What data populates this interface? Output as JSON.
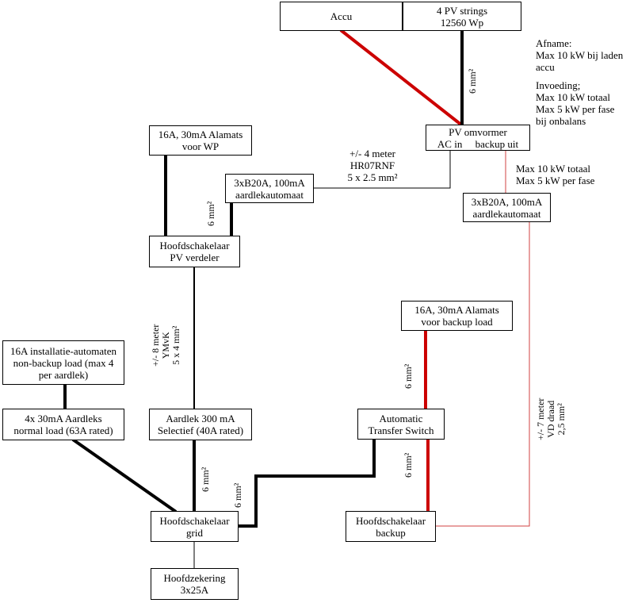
{
  "colors": {
    "line": "#000000",
    "backup": "#cc0000",
    "thin_red": "#d04040"
  },
  "boxes": {
    "accu": [
      "Accu"
    ],
    "pv_strings": [
      "4 PV strings",
      "12560 Wp"
    ],
    "pv_inverter": [
      "PV omvormer",
      "AC in     backup uit"
    ],
    "alamat_wp": [
      "16A, 30mA Alamats",
      "voor WP"
    ],
    "rcbo_left": [
      "3xB20A, 100mA",
      "aardlekautomaat"
    ],
    "rcbo_right": [
      "3xB20A, 100mA",
      "aardlekautomaat"
    ],
    "main_pv": [
      "Hoofdschakelaar",
      "PV verdeler"
    ],
    "alamat_backup": [
      "16A, 30mA Alamats",
      "voor backup load"
    ],
    "install_16a": [
      "16A installatie-automaten",
      "non-backup load (max 4",
      "per aardlek)"
    ],
    "rcd_4x": [
      "4x 30mA Aardleks",
      "normal load (63A rated)"
    ],
    "rcd_300": [
      "Aardlek 300 mA",
      "Selectief (40A rated)"
    ],
    "ats": [
      "Automatic",
      "Transfer Switch"
    ],
    "main_grid": [
      "Hoofdschakelaar",
      "grid"
    ],
    "main_backup": [
      "Hoofdschakelaar",
      "backup"
    ],
    "main_fuse": [
      "Hoofdzekering",
      "3x25A"
    ]
  },
  "notes": {
    "afname": [
      "Afname:",
      "Max 10 kW bij laden",
      "accu",
      "",
      "Invoeding;",
      "Max 10 kW totaal",
      "Max 5 kW per fase",
      "bij onbalans"
    ],
    "right_limit": [
      "Max 10 kW totaal",
      "Max 5 kW per fase"
    ],
    "cable_hr07": [
      "+/- 4 meter",
      "HR07RNF",
      "5 x 2.5 mm²"
    ]
  },
  "vlabels": {
    "mm6_pv": "6 mm²",
    "mm6_wp": "6 mm²",
    "ymvk": [
      "+/- 8 meter",
      "YMvK",
      "5 x 4 mm²"
    ],
    "mm6_alamat_backup": "6 mm²",
    "mm6_ats_down": "6 mm²",
    "mm6_rcd300": "6 mm²",
    "mm6_grid_ats": "6 mm²",
    "vd_draad": [
      "+/- 7 meter",
      "VD draad",
      "2,5 mm²"
    ]
  }
}
